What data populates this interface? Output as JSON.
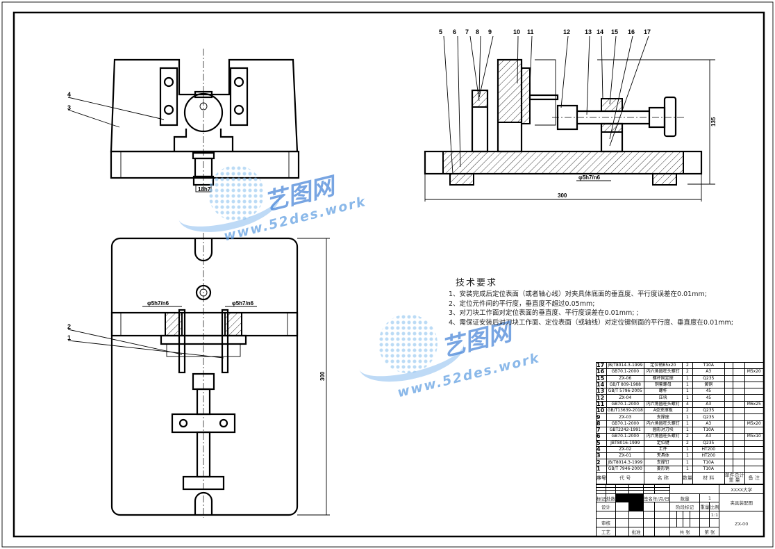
{
  "part_labels": {
    "top_right": [
      "5",
      "6",
      "7",
      "8",
      "9",
      "10",
      "11",
      "12",
      "13",
      "14",
      "15",
      "16",
      "17"
    ],
    "left": [
      "4",
      "3",
      "2",
      "1"
    ]
  },
  "dimensions": {
    "height_135": "135",
    "width_300": "300",
    "fit_5h7n6": "φ5h7/n6",
    "fit_left": "φ5h7/n6",
    "fit_right": "φ5h7/n6",
    "key_fit": "18h7",
    "plan_length": "300"
  },
  "requirements": {
    "title": "技术要求",
    "items": [
      "1、安装完成后定位表面（或者轴心线）对夹具体底面的垂直度、平行度误差在0.01mm;",
      "2、定位元件间的平行度，垂直度不超过0.05mm;",
      "3、对刀块工作面对定位表面的垂直度、平行度误差在0.01mm; ;",
      "4、需保证安装后对刀块工作面、定位表面（或轴线）对定位键侧面的平行度、垂直度在0.01mm;"
    ]
  },
  "bom": [
    {
      "no": "17",
      "code": "JB/T8014.3-1999",
      "name": "定位销B5x20",
      "qty": "2",
      "material": "T10A",
      "remark": ""
    },
    {
      "no": "16",
      "code": "GB70.1-2000",
      "name": "内六角圆柱头螺钉",
      "qty": "2",
      "material": "A3",
      "remark": "M5x20"
    },
    {
      "no": "15",
      "code": "ZX-06",
      "name": "螺杆固定座",
      "qty": "1",
      "material": "Q235",
      "remark": ""
    },
    {
      "no": "14",
      "code": "GB/T 809-1988",
      "name": "铜套螺母",
      "qty": "1",
      "material": "黄铜",
      "remark": ""
    },
    {
      "no": "13",
      "code": "GB/T 5796-2005",
      "name": "螺杆",
      "qty": "1",
      "material": "45",
      "remark": ""
    },
    {
      "no": "12",
      "code": "ZX-04",
      "name": "压块",
      "qty": "1",
      "material": "45",
      "remark": ""
    },
    {
      "no": "11",
      "code": "GB70.1-2000",
      "name": "内六角圆柱头螺钉",
      "qty": "4",
      "material": "A3",
      "remark": "M6x25"
    },
    {
      "no": "10",
      "code": "GB/T13639-2018",
      "name": "A型支撑板",
      "qty": "2",
      "material": "Q235",
      "remark": ""
    },
    {
      "no": "9",
      "code": "ZX-03",
      "name": "支撑座",
      "qty": "1",
      "material": "Q235",
      "remark": ""
    },
    {
      "no": "8",
      "code": "GB70.1-2000",
      "name": "内六角圆柱头螺钉",
      "qty": "1",
      "material": "A3",
      "remark": "M5x20"
    },
    {
      "no": "7",
      "code": "GBT2242-1991",
      "name": "圆形对刀块",
      "qty": "1",
      "material": "T10A",
      "remark": ""
    },
    {
      "no": "6",
      "code": "GB70.1-2000",
      "name": "内六角圆柱头螺钉",
      "qty": "2",
      "material": "A3",
      "remark": "M5x10"
    },
    {
      "no": "5",
      "code": "JBT8016-1999",
      "name": "定位键",
      "qty": "2",
      "material": "Q235",
      "remark": ""
    },
    {
      "no": "4",
      "code": "ZX-02",
      "name": "工件",
      "qty": "1",
      "material": "HT200",
      "remark": ""
    },
    {
      "no": "3",
      "code": "ZX-01",
      "name": "夹具体",
      "qty": "1",
      "material": "HT200",
      "remark": ""
    },
    {
      "no": "2",
      "code": "JB/T8014.3-1999",
      "name": "支撑钉",
      "qty": "1",
      "material": "T10A",
      "remark": ""
    },
    {
      "no": "1",
      "code": "GB/T 7946-2000",
      "name": "菱形销",
      "qty": "1",
      "material": "T10A",
      "remark": ""
    }
  ],
  "bom_header": {
    "no": "序号",
    "code": "代 号",
    "name": "名 称",
    "qty": "数量",
    "material": "材 料",
    "unit": "单件",
    "total": "总计",
    "weight": "重 量",
    "remark": "备 注"
  },
  "title_block": {
    "school": "XXXX大学",
    "drawing_name": "夹具装配图",
    "drawing_no": "ZX-00",
    "quantity_label": "数量",
    "quantity": "1",
    "stage_label": "阶段标记",
    "weight_label": "重量",
    "scale_label": "比例",
    "scale": "1:1",
    "mark_label": "标记",
    "count_label": "处数",
    "sign_date_label": "签名年/月/日",
    "design_label": "设计",
    "review_label": "审核",
    "process_label": "工艺",
    "approve_label": "批准",
    "total_sheets": "共  张",
    "sheet_no": "第  张"
  },
  "watermark": {
    "brand": "艺图网",
    "url": "www.52des.work"
  },
  "colors": {
    "line": "#000000",
    "watermark": "#4a90d9"
  }
}
